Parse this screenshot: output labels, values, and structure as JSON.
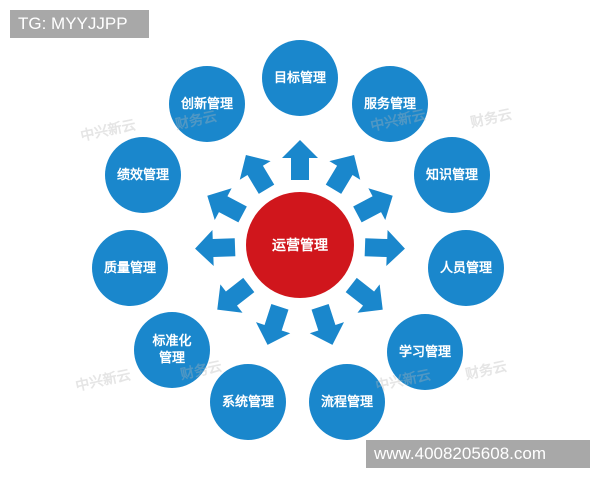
{
  "overlay": {
    "top_left_tag": "TG: MYYJJPP",
    "bottom_right_tag": "www.4008205608.com"
  },
  "watermark": {
    "text_cn": "中兴新云",
    "text_brand": "财务云"
  },
  "colors": {
    "node_blue": "#1a87cc",
    "center_red": "#d0161c",
    "arrow_blue": "#1a87cc",
    "tag_gray": "#a8a8a8"
  },
  "center": {
    "label": "运营管理"
  },
  "nodes": [
    {
      "label": "目标管理"
    },
    {
      "label": "服务管理"
    },
    {
      "label": "知识管理"
    },
    {
      "label": "人员管理"
    },
    {
      "label": "学习管理"
    },
    {
      "label": "流程管理"
    },
    {
      "label": "系统管理"
    },
    {
      "label": "标准化管理"
    },
    {
      "label": "质量管理"
    },
    {
      "label": "绩效管理"
    },
    {
      "label": "创新管理"
    }
  ]
}
